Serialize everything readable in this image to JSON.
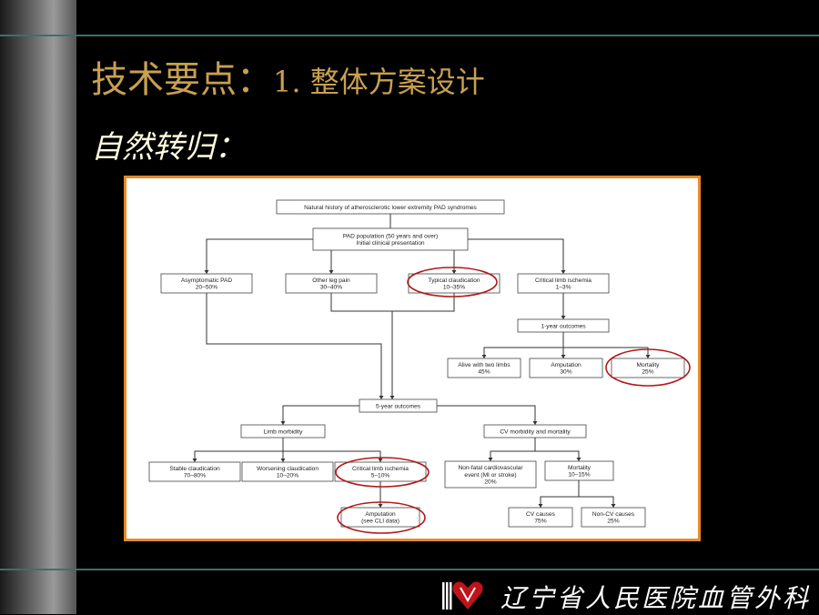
{
  "title": {
    "main": "技术要点：",
    "sub": "1. 整体方案设计"
  },
  "subtitle": "自然转归：",
  "footer": {
    "hospital": "辽宁省人民医院血管外科"
  },
  "colors": {
    "title": "#c8a050",
    "figure_border": "#e88a2a",
    "highlight": "#b11a1a",
    "rule": "#3f6f6a"
  },
  "diagram": {
    "root": [
      "Natural history of atherosclerotic lower extremity PAD syndromes"
    ],
    "population": [
      "PAD population (50 years and over)",
      "Initial clinical presentation"
    ],
    "asymptomatic": [
      "Asymptomatic PAD",
      "20–50%"
    ],
    "other_pain": [
      "Other leg pain",
      "30–40%"
    ],
    "claudication": [
      "Typical claudication",
      "10–35%"
    ],
    "cli": [
      "Critical limb ischemia",
      "1–3%"
    ],
    "one_year": [
      "1-year outcomes"
    ],
    "alive": [
      "Alive with two limbs",
      "45%"
    ],
    "amputation_1y": [
      "Amputation",
      "30%"
    ],
    "mortality_1y": [
      "Mortality",
      "25%"
    ],
    "five_year": [
      "5-year outcomes"
    ],
    "limb_morbidity": [
      "Limb morbidity"
    ],
    "cv_morbidity": [
      "CV morbidity and mortality"
    ],
    "stable": [
      "Stable claudication",
      "70–80%"
    ],
    "worsening": [
      "Worsening claudication",
      "10–20%"
    ],
    "cli_5y": [
      "Critical limb ischemia",
      "5–10%"
    ],
    "nonfatal": [
      "Non-fatal cardiovascular",
      "event (MI or stroke)",
      "20%"
    ],
    "mortality_5y": [
      "Mortality",
      "10–15%"
    ],
    "amputation_cli": [
      "Amputation",
      "(see CLI data)"
    ],
    "cv_causes": [
      "CV causes",
      "75%"
    ],
    "noncv_causes": [
      "Non-CV causes",
      "25%"
    ]
  }
}
